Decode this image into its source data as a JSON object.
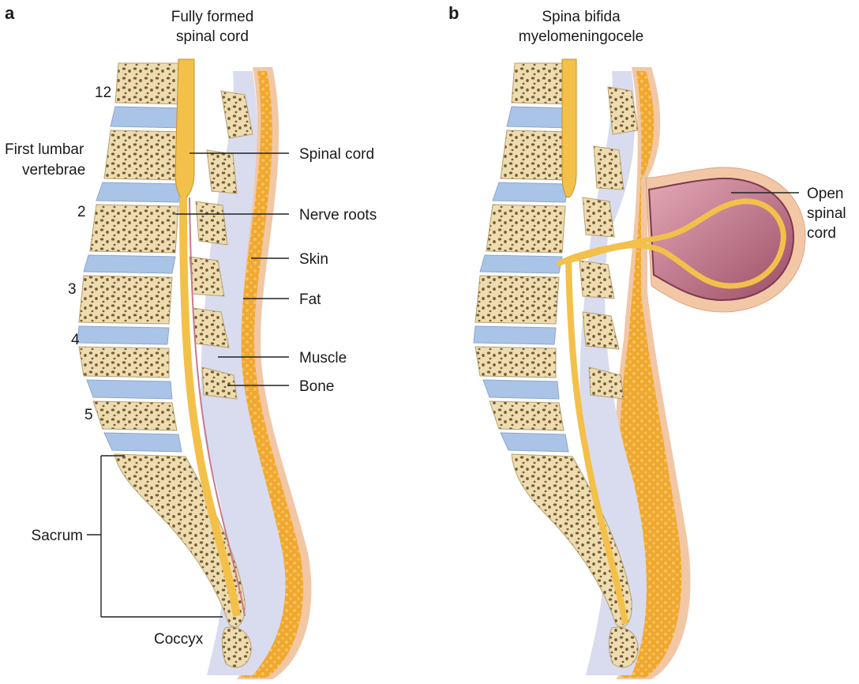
{
  "panels": [
    {
      "letter": "a",
      "title_lines": [
        "Fully formed",
        "spinal cord"
      ],
      "vertebra_numbers": [
        "12",
        "2",
        "3",
        "4",
        "5"
      ],
      "vertebra_label_lines": [
        "First lumbar",
        "vertebrae"
      ],
      "labels": {
        "spinal_cord": "Spinal cord",
        "nerve_roots": "Nerve roots",
        "skin": "Skin",
        "fat": "Fat",
        "muscle": "Muscle",
        "bone": "Bone",
        "sacrum": "Sacrum",
        "coccyx": "Coccyx"
      }
    },
    {
      "letter": "b",
      "title_lines": [
        "Spina bifida",
        "myelomeningocele"
      ],
      "open_cord_lines": [
        "Open",
        "spinal",
        "cord"
      ]
    }
  ],
  "colors": {
    "bone_fill": "#ecdcb0",
    "bone_spots": "#7a5a35",
    "disc": "#a9c4e6",
    "cord": "#f3c04a",
    "fat": "#f0a830",
    "muscle": "#d9dcef",
    "skin": "#f2c7a6",
    "sac": "#b46a80"
  }
}
